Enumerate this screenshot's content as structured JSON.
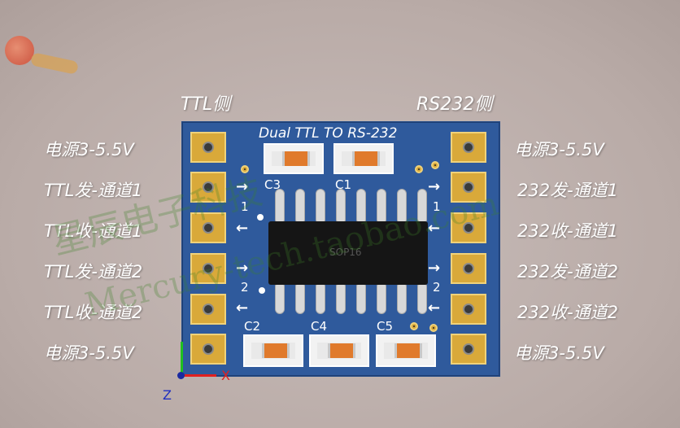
{
  "titles": {
    "left": "TTL侧",
    "right": "RS232侧"
  },
  "board": {
    "title": "Dual TTL TO RS-232",
    "chip_label": "SOP16",
    "cap_labels": {
      "c1": "C1",
      "c2": "C2",
      "c3": "C3",
      "c4": "C4",
      "c5": "C5"
    },
    "channel_marks": {
      "left_top": "1",
      "left_bottom": "2",
      "right_top": "1",
      "right_bottom": "2"
    }
  },
  "left_labels": [
    "电源3-5.5V",
    "TTL发-通道1",
    "TTL收-通道1",
    "TTL发-通道2",
    "TTL收-通道2",
    "电源3-5.5V"
  ],
  "right_labels": [
    "电源3-5.5V",
    "232发-通道1",
    "232收-通道1",
    "232发-通道2",
    "232收-通道2",
    "电源3-5.5V"
  ],
  "axes": {
    "x": "X",
    "z": "Z"
  },
  "watermark": {
    "line1": "星辰电子科技",
    "line2": "Mercury-tech.taobao.com"
  }
}
